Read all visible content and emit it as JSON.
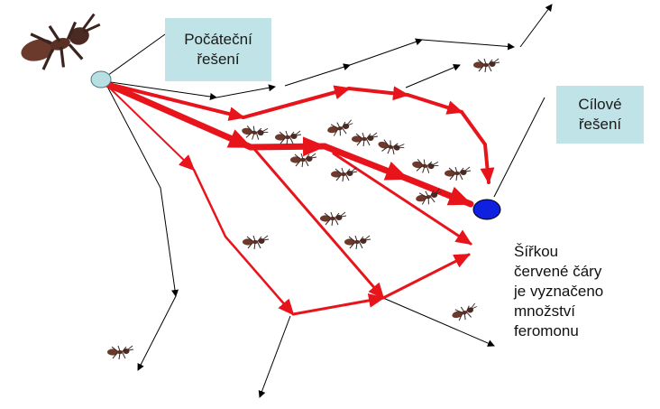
{
  "labels": {
    "start_line1": "Počáteční",
    "start_line2": "řešení",
    "goal_line1": "Cílové",
    "goal_line2": "řešení",
    "caption_lines": [
      "Šířkou",
      "červené čáry",
      "je vyznačeno",
      "množství",
      "feromonu"
    ]
  },
  "colors": {
    "trail": "#e8141c",
    "explore": "#000000",
    "label_box": "#bfe3e6",
    "start_node": "#b8dfe2",
    "goal_node": "#1020e0"
  },
  "icons": [
    "ant-icon"
  ]
}
